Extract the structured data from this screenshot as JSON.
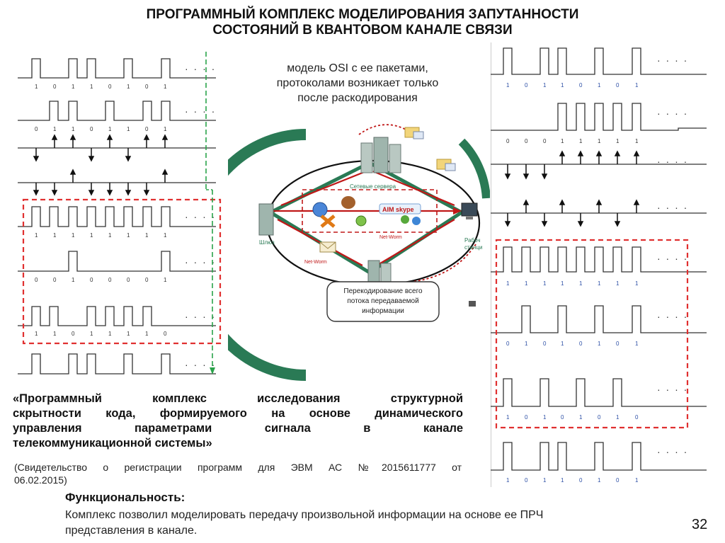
{
  "title": {
    "line1": "ПРОГРАММНЫЙ КОМПЛЕКС МОДЕЛИРОВАНИЯ ЗАПУТАННОСТИ",
    "line2": "СОСТОЯНИЙ В КВАНТОВОМ КАНАЛЕ СВЯЗИ"
  },
  "osi_note": {
    "line1": "модель OSI с ее пакетами,",
    "line2": "протоколами возникает только",
    "line3": "после раскодирования"
  },
  "diagram": {
    "servers_label": "Сетевые сервера",
    "gateway_label": "Шлюз",
    "workstation_label_1": "Рабоч",
    "workstation_label_2": "станци",
    "worm_label_1": "Net-Worm",
    "worm_label_2": "Net-Worm",
    "transcode_box": {
      "line1": "Перекодирование всего",
      "line2": "потока передаваемой",
      "line3": "информации"
    },
    "brand_icon_text": "AIM skype"
  },
  "left_bits": {
    "row1": [
      "1",
      "0",
      "1",
      "1",
      "0",
      "1",
      "0",
      "1"
    ],
    "row2": [
      "0",
      "1",
      "1",
      "0",
      "1",
      "1",
      "0",
      "1"
    ],
    "row5": [
      "1",
      "1",
      "1",
      "1",
      "1",
      "1",
      "1",
      "1"
    ],
    "row6": [
      "0",
      "0",
      "1",
      "0",
      "0",
      "0",
      "0",
      "1"
    ],
    "row7": [
      "1",
      "1",
      "0",
      "1",
      "1",
      "1",
      "1",
      "0"
    ]
  },
  "right_bits": {
    "row1": [
      "1",
      "0",
      "1",
      "1",
      "0",
      "1",
      "0",
      "1"
    ],
    "row2": [
      "0",
      "0",
      "0",
      "1",
      "1",
      "1",
      "1",
      "1"
    ],
    "row5": [
      "1",
      "1",
      "1",
      "1",
      "1",
      "1",
      "1",
      "1"
    ],
    "row6": [
      "0",
      "1",
      "0",
      "1",
      "0",
      "1",
      "0",
      "1"
    ],
    "row7": [
      "1",
      "0",
      "1",
      "0",
      "1",
      "0",
      "1",
      "0"
    ],
    "row8": [
      "1",
      "0",
      "1",
      "1",
      "0",
      "1",
      "0",
      "1"
    ]
  },
  "ellipsis": "· · · ·",
  "certificate": {
    "line1": "«Программный комплекс исследования структурной",
    "line2": "скрытности кода, формируемого на основе динамического",
    "line3": "управления параметрами сигнала в канале",
    "line4": "телекоммуникационной системы»",
    "reg1": "(Свидетельство о регистрации программ для ЭВМ АС №2015611777 от",
    "reg2": "06.02.2015)"
  },
  "functionality": {
    "heading": "Функциональность:",
    "text1": "Комплекс позволил моделировать передачу произвольной информации на основе ее ПРЧ",
    "text2": "представления в канале."
  },
  "page_number": "32",
  "colors": {
    "dashed_red": "#e03030",
    "dashed_green": "#2aa34a",
    "arc_green": "#2a7a55",
    "arrow_red": "#c01818"
  }
}
